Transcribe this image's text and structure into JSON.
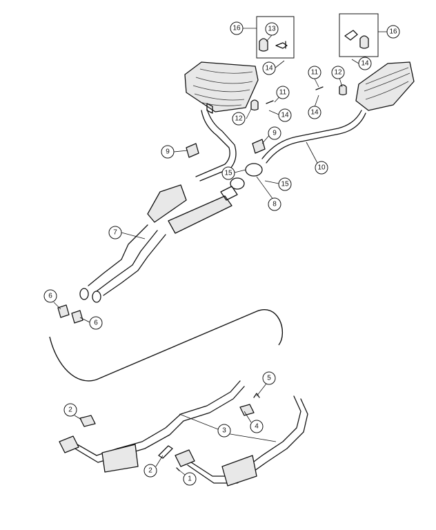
{
  "callouts": [
    {
      "id": "c16a",
      "label": "16"
    },
    {
      "id": "c13",
      "label": "13"
    },
    {
      "id": "c14a",
      "label": "14"
    },
    {
      "id": "c16b",
      "label": "16"
    },
    {
      "id": "c14b",
      "label": "14"
    },
    {
      "id": "c11a",
      "label": "11"
    },
    {
      "id": "c12a",
      "label": "12"
    },
    {
      "id": "c14c",
      "label": "14"
    },
    {
      "id": "c11b",
      "label": "11"
    },
    {
      "id": "c12b",
      "label": "12"
    },
    {
      "id": "c14d",
      "label": "14"
    },
    {
      "id": "c9a",
      "label": "9"
    },
    {
      "id": "c9b",
      "label": "9"
    },
    {
      "id": "c10",
      "label": "10"
    },
    {
      "id": "c15a",
      "label": "15"
    },
    {
      "id": "c15b",
      "label": "15"
    },
    {
      "id": "c8",
      "label": "8"
    },
    {
      "id": "c7",
      "label": "7"
    },
    {
      "id": "c6a",
      "label": "6"
    },
    {
      "id": "c6b",
      "label": "6"
    },
    {
      "id": "c5",
      "label": "5"
    },
    {
      "id": "c2a",
      "label": "2"
    },
    {
      "id": "c3",
      "label": "3"
    },
    {
      "id": "c4",
      "label": "4"
    },
    {
      "id": "c2b",
      "label": "2"
    },
    {
      "id": "c1",
      "label": "1"
    }
  ]
}
